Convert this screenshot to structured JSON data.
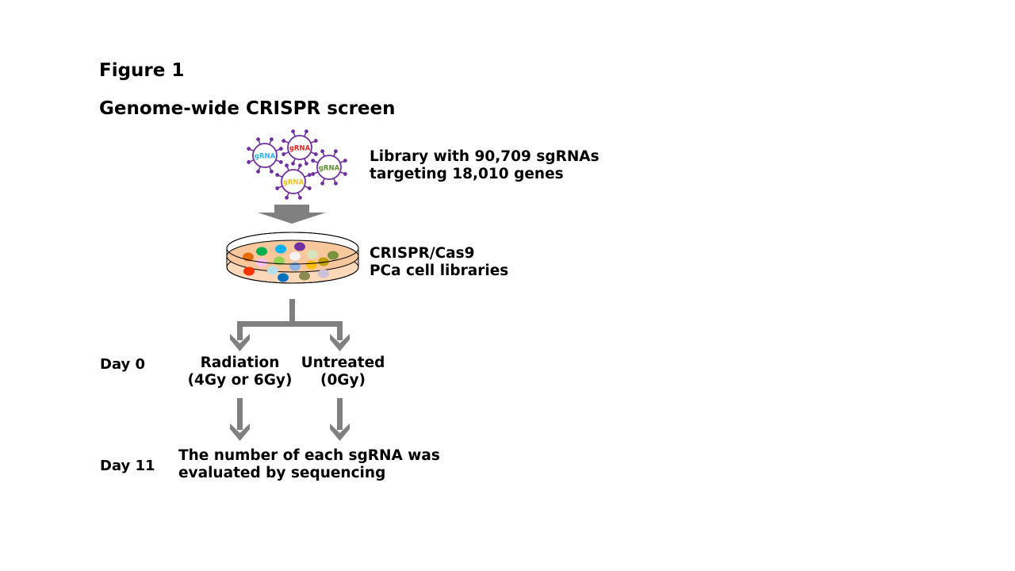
{
  "figure": {
    "title": "Figure 1",
    "subtitle": "Genome-wide CRISPR screen"
  },
  "library": {
    "line1": "Library with 90,709 sgRNAs",
    "line2": "targeting 18,010 genes",
    "virus_labels": [
      {
        "text": "gRNA",
        "color": "#2eb4e8"
      },
      {
        "text": "gRNA",
        "color": "#e8221f"
      },
      {
        "text": "gRNA",
        "color": "#5e8c2e"
      },
      {
        "text": "gRNA",
        "color": "#f2c21a"
      }
    ],
    "virus_color": "#7030a0"
  },
  "cells": {
    "line1": "CRISPR/Cas9",
    "line2": "PCa cell libraries",
    "dish_fill": "#f9c79c",
    "colony_colors": [
      "#e46c0a",
      "#00b050",
      "#00b0f0",
      "#7030a0",
      "#ffc0f0",
      "#92d050",
      "#f2f2f2",
      "#d7e4bd",
      "#77933c",
      "#ff3300",
      "#b7dee8",
      "#8eb4e3",
      "#ffc000",
      "#c0a000",
      "#0070c0",
      "#8c8c50",
      "#ccc0da"
    ]
  },
  "timeline": {
    "day0": "Day 0",
    "day11": "Day 11"
  },
  "branches": {
    "radiation": {
      "line1": "Radiation",
      "line2": "(4Gy or 6Gy)"
    },
    "untreated": {
      "line1": "Untreated",
      "line2": "(0Gy)"
    }
  },
  "result": {
    "line1": "The number of each sgRNA was",
    "line2": "evaluated by sequencing"
  },
  "arrow_color": "#808080"
}
